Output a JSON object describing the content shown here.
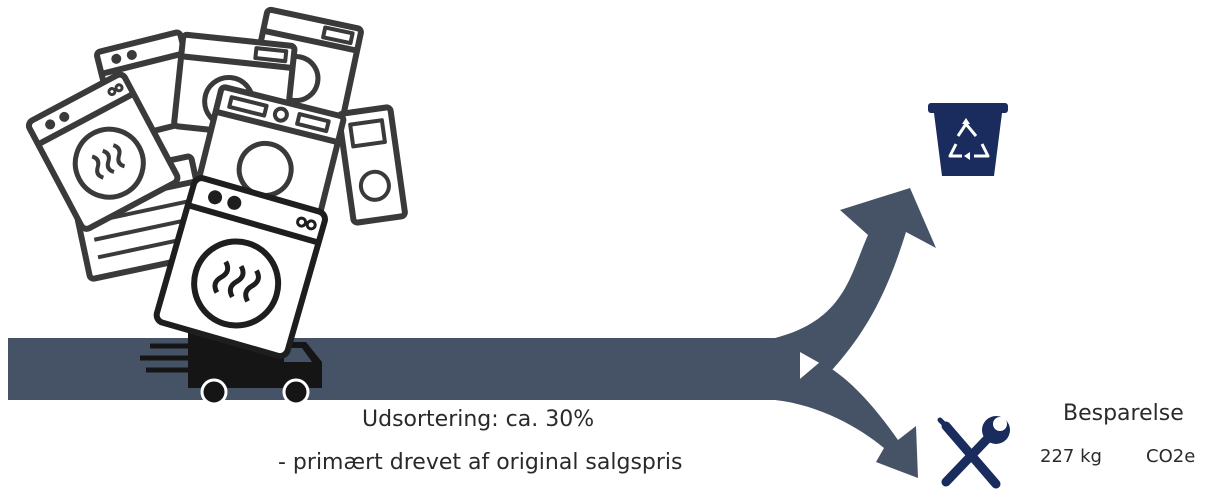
{
  "caption": {
    "line1": "Udsortering: ca. 30%",
    "line2": "- primært drevet af original salgspris"
  },
  "savings": {
    "title": "Besparelse",
    "amount": "227 kg",
    "unit": "CO2e"
  },
  "colors": {
    "flow": "#465366",
    "icon_navy": "#1a2b5e",
    "outline": "#3a3a3a",
    "truck": "#151515"
  },
  "icons": [
    "washing-machines-pile",
    "delivery-truck",
    "recycle-bin",
    "repair-tools"
  ]
}
